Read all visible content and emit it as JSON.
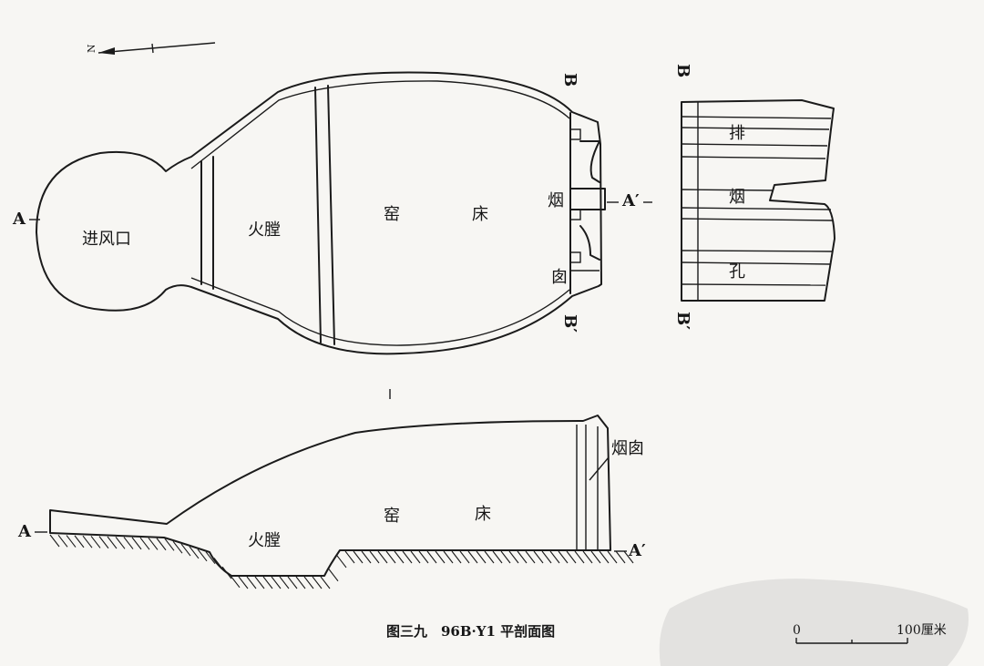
{
  "north_label": "N",
  "plan": {
    "section_a_left": "A",
    "section_a_right": "A′",
    "section_b_top": "B",
    "section_b_bottom": "B′",
    "room_intake": "进风口",
    "room_firebox": "火膛",
    "room_bed_1": "窑",
    "room_bed_2": "床",
    "chimney_1": "烟",
    "chimney_2": "囱"
  },
  "elevation_b": {
    "label_top": "B",
    "label_bottom": "B′",
    "text_1": "排",
    "text_2": "烟",
    "text_3": "孔"
  },
  "section": {
    "label_left": "A",
    "label_right": "A′",
    "firebox": "火膛",
    "bed_1": "窑",
    "bed_2": "床",
    "chimney": "烟囱"
  },
  "caption": "图三九　96B·Y1 平剖面图",
  "scale": {
    "start": "0",
    "end": "100厘米"
  }
}
